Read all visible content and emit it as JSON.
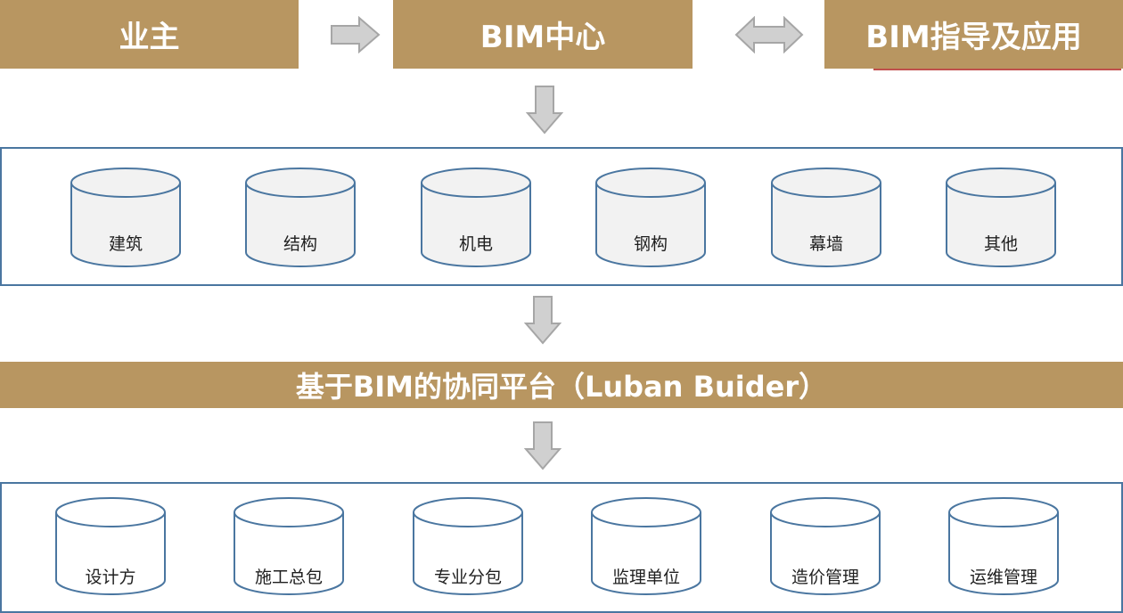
{
  "header": {
    "owner": "业主",
    "bim_center": "BIM中心",
    "bim_guidance": "BIM指导及应用"
  },
  "disciplines": [
    "建筑",
    "结构",
    "机电",
    "钢构",
    "幕墙",
    "其他"
  ],
  "platform": "基于BIM的协同平台（Luban Buider）",
  "participants": [
    "设计方",
    "施工总包",
    "专业分包",
    "监理单位",
    "造价管理",
    "运维管理"
  ],
  "colors": {
    "header_fill": "#b89661",
    "panel_border": "#4a76a0",
    "cylinder_fill": "#f2f2f2",
    "arrow_fill": "#d0d0d0"
  }
}
